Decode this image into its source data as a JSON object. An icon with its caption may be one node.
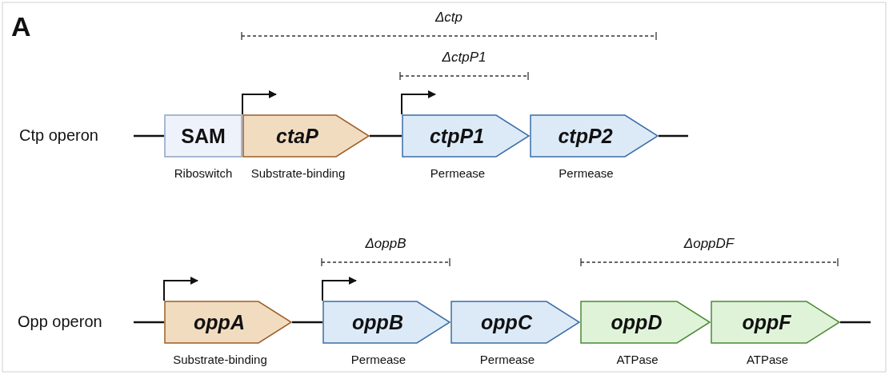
{
  "diagram": {
    "nodes": [
      {
        "text": [
          "SAM"
        ],
        "beside": [
          "Riboswitch"
        ]
      },
      {
        "text": [
          "ctaP"
        ],
        "beside": [
          "Substrate-binding"
        ]
      },
      {
        "text": [
          "ctpP1"
        ],
        "beside": [
          "Permease"
        ]
      },
      {
        "text": [
          "ctpP2"
        ],
        "beside": [
          "Permease"
        ]
      },
      {
        "text": [
          "oppA"
        ],
        "beside": [
          "Substrate-binding"
        ]
      },
      {
        "text": [
          "oppB"
        ],
        "beside": [
          "Permease"
        ]
      },
      {
        "text": [
          "oppC"
        ],
        "beside": [
          "Permease"
        ]
      },
      {
        "text": [
          "oppD"
        ],
        "beside": [
          "ATPase"
        ]
      },
      {
        "text": [
          "oppF"
        ],
        "beside": [
          "ATPase"
        ]
      }
    ],
    "edges": [
      {
        "from": 1,
        "to": 2,
        "arrow": "none"
      },
      {
        "from": 4,
        "to": 5,
        "arrow": "none"
      }
    ],
    "labels": [
      "A",
      "Δctp",
      "ΔctpP1",
      "Ctp operon",
      "ΔoppB",
      "ΔoppDF",
      "Opp operon"
    ]
  }
}
